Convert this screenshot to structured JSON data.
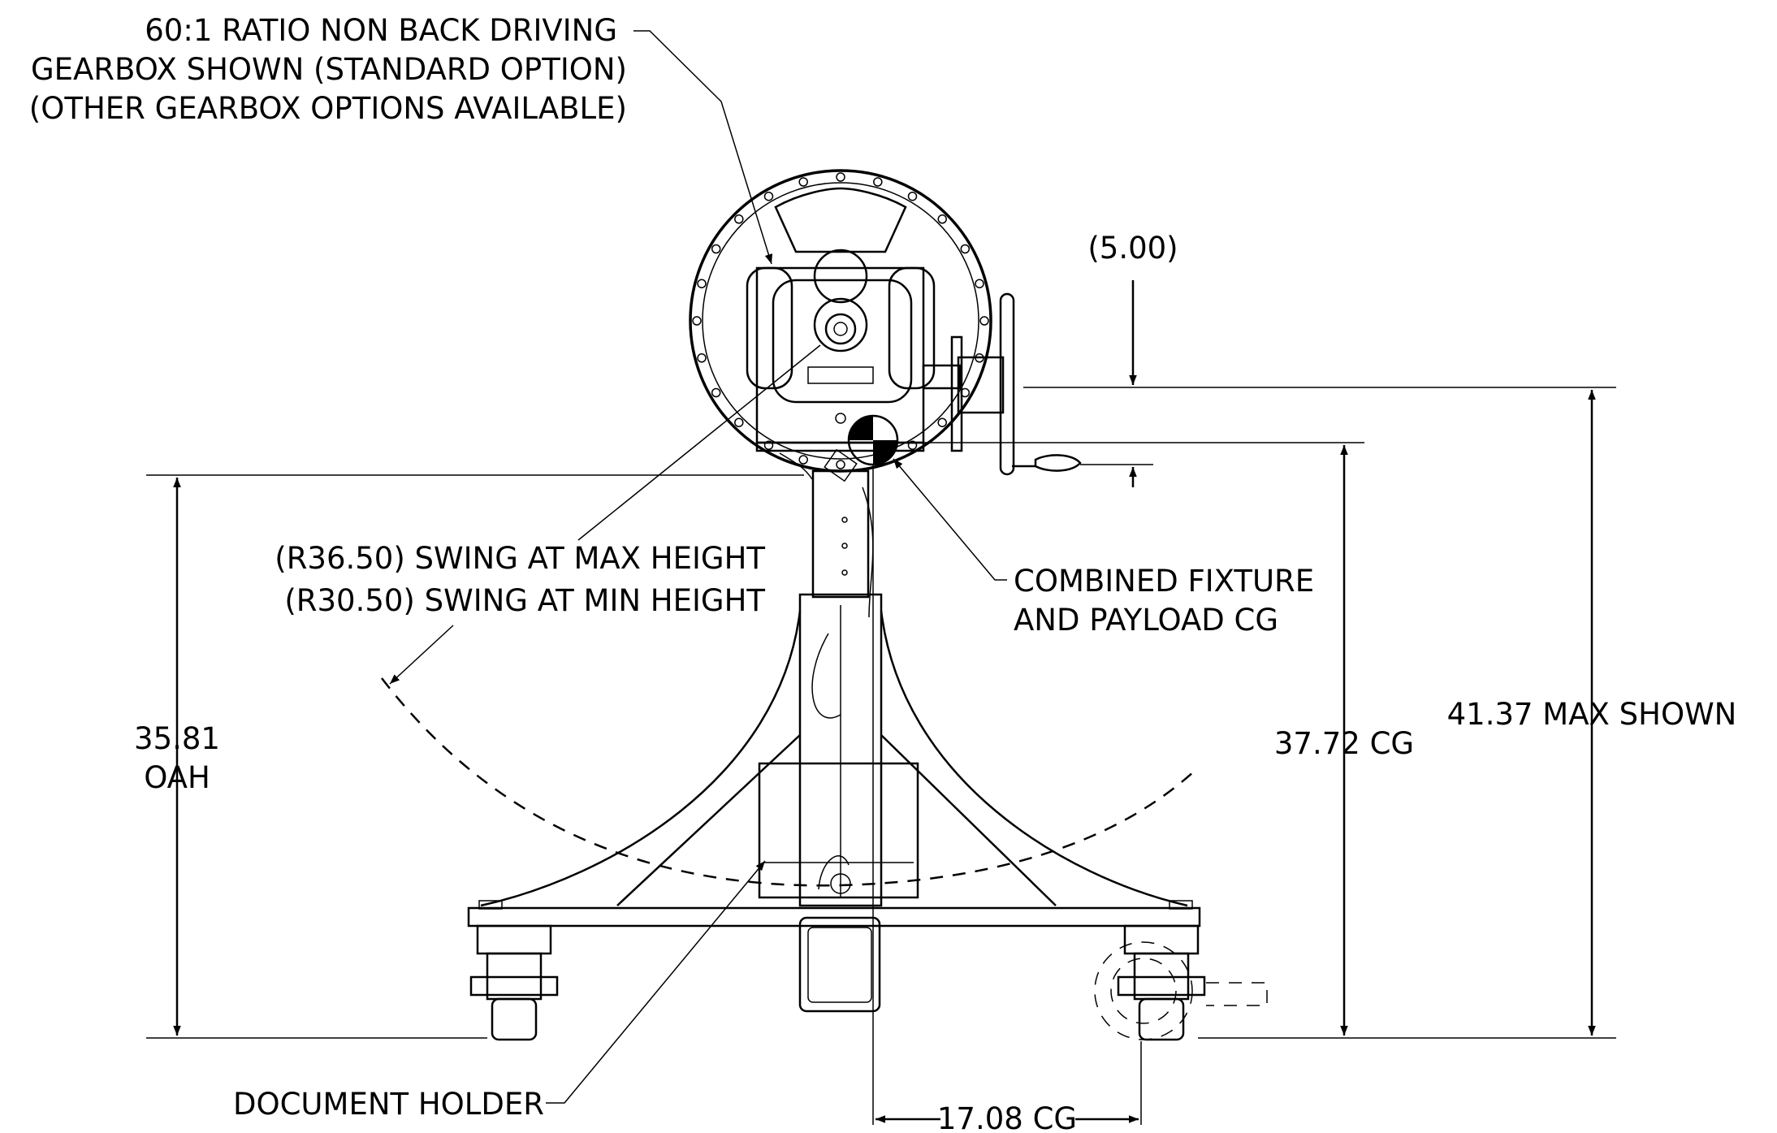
{
  "callouts": {
    "gearbox": [
      "60:1 RATIO NON BACK DRIVING",
      "GEARBOX SHOWN (STANDARD OPTION)",
      "(OTHER GEARBOX OPTIONS AVAILABLE)"
    ],
    "swing": [
      "(R36.50) SWING AT MAX HEIGHT",
      "(R30.50) SWING AT MIN HEIGHT"
    ],
    "cg": [
      "COMBINED FIXTURE",
      "AND PAYLOAD CG"
    ],
    "document_holder": "DOCUMENT HOLDER"
  },
  "dimensions": {
    "handwheel_offset": "(5.00)",
    "oah_value": "35.81",
    "oah_label": "OAH",
    "cg_height": "37.72 CG",
    "max_height": "41.37 MAX SHOWN",
    "cg_horizontal": "17.08 CG"
  }
}
